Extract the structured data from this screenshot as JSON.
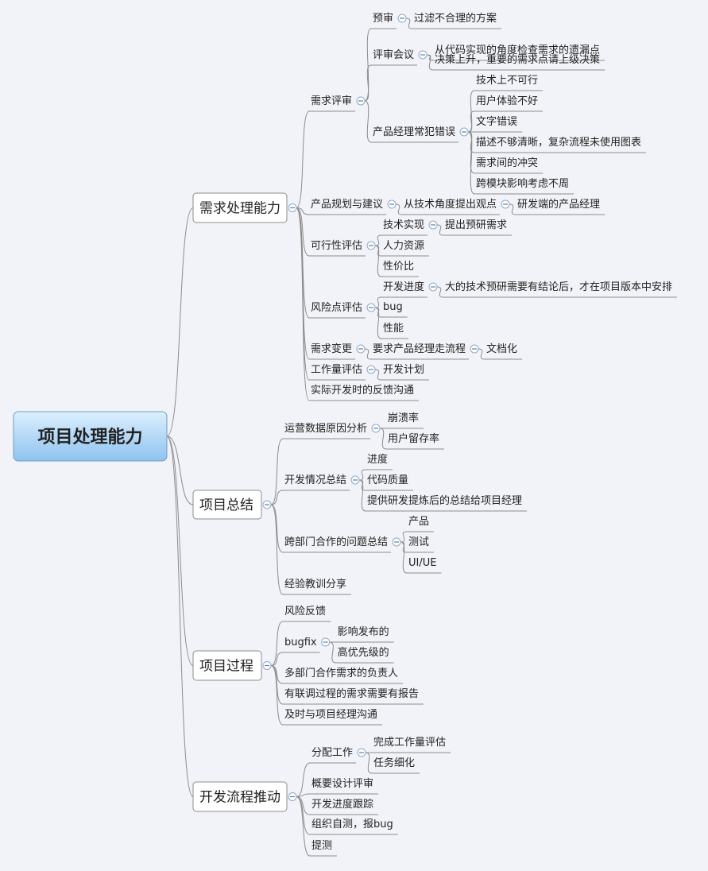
{
  "root": "项目处理能力",
  "branches": [
    {
      "label": "需求处理能力",
      "children": [
        {
          "label": "需求评审",
          "children": [
            {
              "label": "预审",
              "children": [
                {
                  "label": "过滤不合理的方案"
                }
              ]
            },
            {
              "label": "评审会议",
              "children": [
                {
                  "label": "从代码实现的角度检查需求的遗漏点"
                },
                {
                  "label": "决策上升，重要的需求点请上级决策"
                }
              ]
            },
            {
              "label": "产品经理常犯错误",
              "children": [
                {
                  "label": "技术上不可行"
                },
                {
                  "label": "用户体验不好"
                },
                {
                  "label": "文字错误"
                },
                {
                  "label": "描述不够清晰，复杂流程未使用图表"
                },
                {
                  "label": "需求间的冲突"
                },
                {
                  "label": "跨模块影响考虑不周"
                }
              ]
            }
          ]
        },
        {
          "label": "产品规划与建议",
          "children": [
            {
              "label": "从技术角度提出观点",
              "children": [
                {
                  "label": "研发端的产品经理"
                }
              ]
            }
          ]
        },
        {
          "label": "可行性评估",
          "children": [
            {
              "label": "技术实现",
              "children": [
                {
                  "label": "提出预研需求"
                }
              ]
            },
            {
              "label": "人力资源"
            },
            {
              "label": "性价比"
            }
          ]
        },
        {
          "label": "风险点评估",
          "children": [
            {
              "label": "开发进度",
              "children": [
                {
                  "label": "大的技术预研需要有结论后，才在项目版本中安排"
                }
              ]
            },
            {
              "label": "bug"
            },
            {
              "label": "性能"
            }
          ]
        },
        {
          "label": "需求变更",
          "children": [
            {
              "label": "要求产品经理走流程",
              "children": [
                {
                  "label": "文档化"
                }
              ]
            }
          ]
        },
        {
          "label": "工作量评估",
          "children": [
            {
              "label": "开发计划"
            }
          ]
        },
        {
          "label": "实际开发时的反馈沟通"
        }
      ]
    },
    {
      "label": "项目总结",
      "children": [
        {
          "label": "运营数据原因分析",
          "children": [
            {
              "label": "崩溃率"
            },
            {
              "label": "用户留存率"
            }
          ]
        },
        {
          "label": "开发情况总结",
          "children": [
            {
              "label": "进度"
            },
            {
              "label": "代码质量"
            },
            {
              "label": "提供研发提炼后的总结给项目经理"
            }
          ]
        },
        {
          "label": "跨部门合作的问题总结",
          "children": [
            {
              "label": "产品"
            },
            {
              "label": "测试"
            },
            {
              "label": "UI/UE"
            }
          ]
        },
        {
          "label": "经验教训分享"
        }
      ]
    },
    {
      "label": "项目过程",
      "children": [
        {
          "label": "风险反馈"
        },
        {
          "label": "bugfix",
          "children": [
            {
              "label": "影响发布的"
            },
            {
              "label": "高优先级的"
            }
          ]
        },
        {
          "label": "多部门合作需求的负责人"
        },
        {
          "label": "有联调过程的需求需要有报告"
        },
        {
          "label": "及时与项目经理沟通"
        }
      ]
    },
    {
      "label": "开发流程推动",
      "children": [
        {
          "label": "分配工作",
          "children": [
            {
              "label": "完成工作量评估"
            },
            {
              "label": "任务细化"
            }
          ]
        },
        {
          "label": "概要设计评审"
        },
        {
          "label": "开发进度跟踪"
        },
        {
          "label": "组织自测，报bug"
        },
        {
          "label": "提测"
        }
      ]
    }
  ],
  "colors": {
    "background": "#f2f3f8",
    "root_fill_top": "#dcefff",
    "root_fill_bottom": "#8fc3ee",
    "line": "#8c8c8c"
  }
}
